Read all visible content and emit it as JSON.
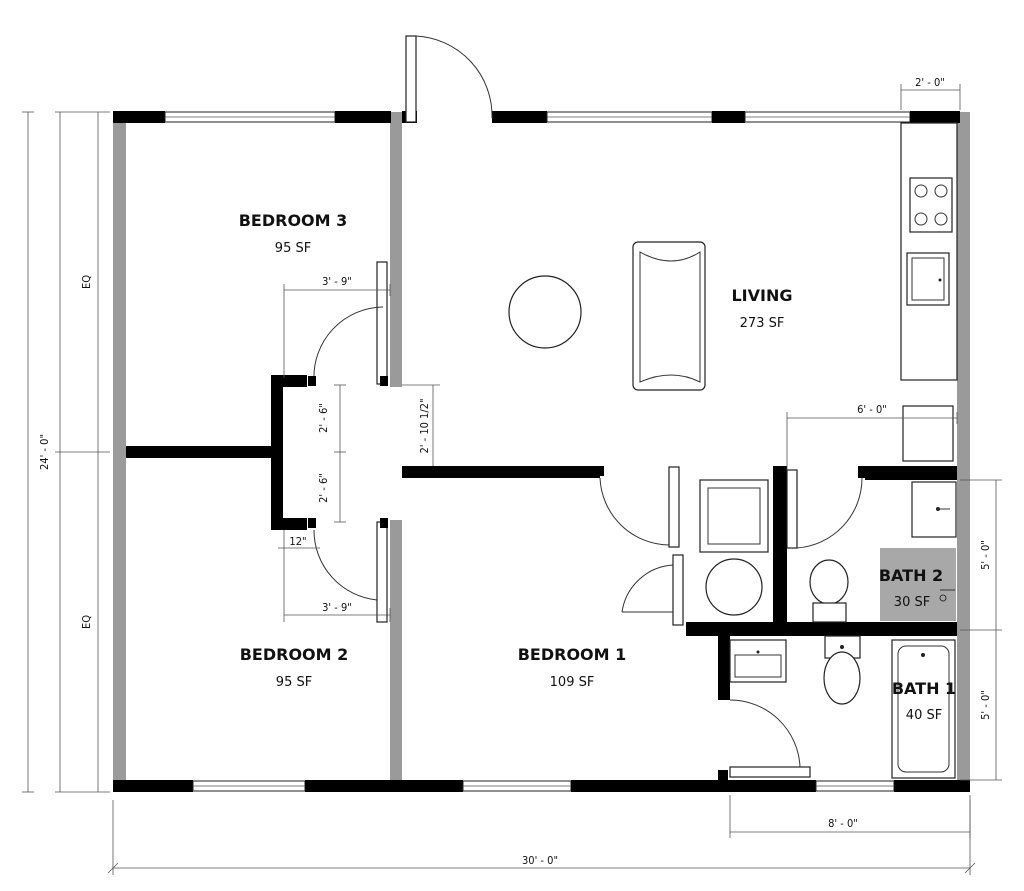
{
  "rooms": {
    "bedroom3": {
      "name": "BEDROOM 3",
      "area": "95 SF"
    },
    "living": {
      "name": "LIVING",
      "area": "273 SF"
    },
    "bedroom2": {
      "name": "BEDROOM 2",
      "area": "95 SF"
    },
    "bedroom1": {
      "name": "BEDROOM 1",
      "area": "109 SF"
    },
    "bath2": {
      "name": "BATH 2",
      "area": "30 SF"
    },
    "bath1": {
      "name": "BATH 1",
      "area": "40 SF"
    }
  },
  "dimensions": {
    "top_right": "2' - 0\"",
    "bed3_door": "3' - 9\"",
    "hall_upper": "2' - 6\"",
    "hall_lower": "2' - 6\"",
    "hall_width": "2' - 10 1/2\"",
    "closet": "12\"",
    "bed2_door": "3' - 9\"",
    "bath_width": "6' - 0\"",
    "bath2_height": "5' - 0\"",
    "bath1_height": "5' - 0\"",
    "bottom_right": "8' - 0\"",
    "overall_width": "30' - 0\"",
    "overall_height": "24' - 0\"",
    "eq_upper": "EQ",
    "eq_lower": "EQ"
  },
  "colors": {
    "wall": "#000000",
    "exterior_wall": "#9a9a9a",
    "bath2_fill": "#a8a8a8"
  }
}
